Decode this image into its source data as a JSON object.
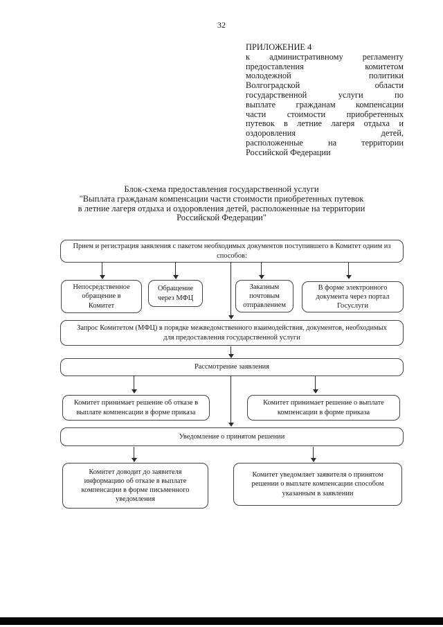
{
  "page": {
    "number": "32",
    "appendix_heading": "ПРИЛОЖЕНИЕ 4",
    "appendix_lines": [
      "к административному регламенту",
      "предоставления комитетом",
      "молодежной политики",
      "Волгоградской области",
      "государственной услуги по",
      "выплате гражданам компенсации",
      "части стоимости приобретенных",
      "путевок в летние лагеря отдыха и",
      "оздоровления детей,",
      "расположенные на территории",
      "Российской Федерации"
    ]
  },
  "diagram": {
    "title_lines": [
      "Блок-схема предоставления государственной услуги",
      "\"Выплата гражданам компенсации части стоимости приобретенных путевок",
      "в летние лагеря отдыха и оздоровления детей, расположенные на территории",
      "Российской Федерации\""
    ],
    "boxes": {
      "intake": "Прием и регистрация заявления с пакетом необходимых документов поступившего в Комитет одним из способов:",
      "method_direct": "Непосредственное обращение в Комитет",
      "method_mfc": "Обращение через МФЦ",
      "method_mail": "Заказным почтовым отправлением",
      "method_portal": "В форме электронного документа через портал Госуслуги",
      "request": "Запрос Комитетом (МФЦ) в порядке межведомственного взаимодействия, документов, необходимых для предоставления государственной услуги",
      "review": "Рассмотрение заявления",
      "decision_refuse": "Комитет принимает решение об отказе в выплате компенсации в форме приказа",
      "decision_pay": "Комитет принимает решение о выплате компенсации в форме приказа",
      "notice": "Уведомление о принятом решении",
      "notify_refuse": "Комитет доводит до заявителя информацию об отказе в выплате компенсации в форме письменного уведомления",
      "notify_pay": "Комитет уведомляет заявителя о принятом решении о выплате компенсации способом указанным в заявлении"
    }
  },
  "colors": {
    "ink": "#1b1b1b",
    "box_border": "#424242",
    "scan_band": "#070707",
    "paper": "#ffffff"
  }
}
